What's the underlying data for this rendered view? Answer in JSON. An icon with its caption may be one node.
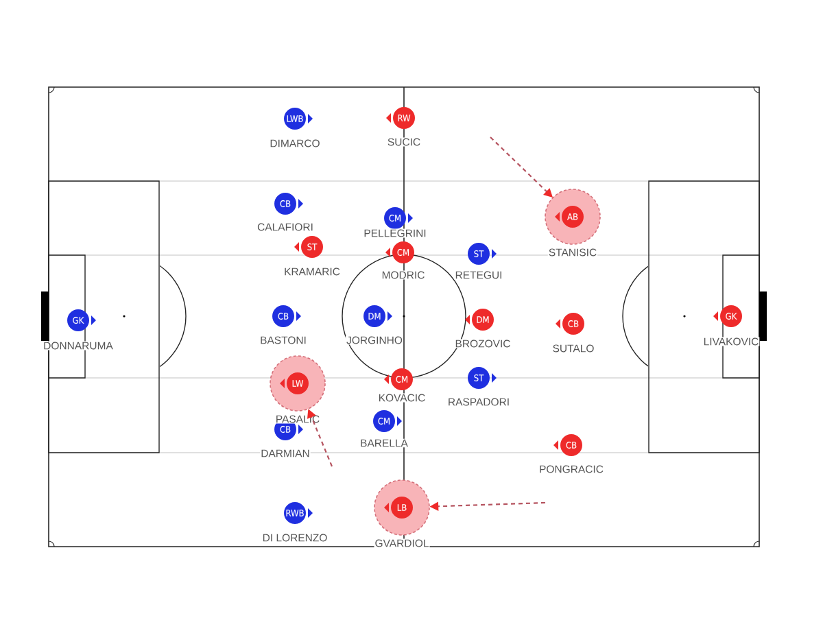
{
  "diagram": {
    "nodes": [
      {
        "text": [
          "GK"
        ],
        "beside": [
          "DONNARUMA"
        ]
      },
      {
        "text": [
          "LWB"
        ],
        "beside": [
          "DIMARCO"
        ]
      },
      {
        "text": [
          "CB"
        ],
        "beside": [
          "CALAFIORI"
        ]
      },
      {
        "text": [
          "CB"
        ],
        "beside": [
          "BASTONI"
        ]
      },
      {
        "text": [
          "CB"
        ],
        "beside": [
          "DARMIAN"
        ]
      },
      {
        "text": [
          "RWB"
        ],
        "beside": [
          "DI LORENZO"
        ]
      },
      {
        "text": [
          "CM"
        ],
        "beside": [
          "PELLEGRINI"
        ]
      },
      {
        "text": [
          "DM"
        ],
        "beside": [
          "JORGINHO"
        ]
      },
      {
        "text": [
          "CM"
        ],
        "beside": [
          "BARELLA"
        ]
      },
      {
        "text": [
          "ST"
        ],
        "beside": [
          "RETEGUI"
        ]
      },
      {
        "text": [
          "ST"
        ],
        "beside": [
          "RASPADORI"
        ]
      },
      {
        "text": [
          "GK"
        ],
        "beside": [
          "LIVAKOVIC"
        ]
      },
      {
        "text": [
          "RW"
        ],
        "beside": [
          "SUCIC"
        ]
      },
      {
        "text": [
          "AB"
        ],
        "beside": [
          "STANISIC"
        ]
      },
      {
        "text": [
          "ST"
        ],
        "beside": [
          "KRAMARIC"
        ]
      },
      {
        "text": [
          "CM"
        ],
        "beside": [
          "MODRIC"
        ]
      },
      {
        "text": [
          "DM"
        ],
        "beside": [
          "BROZOVIC"
        ]
      },
      {
        "text": [
          "CB"
        ],
        "beside": [
          "SUTALO"
        ]
      },
      {
        "text": [
          "LW"
        ],
        "beside": [
          "PASALIC"
        ]
      },
      {
        "text": [
          "CM"
        ],
        "beside": [
          "KOVACIC"
        ]
      },
      {
        "text": [
          "CB"
        ],
        "beside": [
          "PONGRACIC"
        ]
      },
      {
        "text": [
          "LB"
        ],
        "beside": [
          "GVARDIOL"
        ]
      }
    ],
    "edges": [
      {
        "from": null,
        "to": 13,
        "arrow": "to",
        "style": "dashed"
      },
      {
        "from": null,
        "to": 18,
        "arrow": "to",
        "style": "dashed"
      },
      {
        "from": null,
        "to": 21,
        "arrow": "to",
        "style": "dashed"
      }
    ]
  }
}
